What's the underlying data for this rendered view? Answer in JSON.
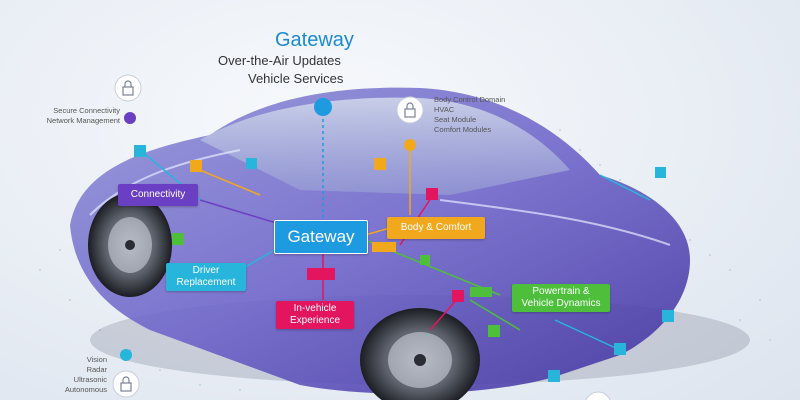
{
  "header": {
    "title": "Gateway",
    "line1": "Over-the-Air Updates",
    "line2": "Vehicle Services"
  },
  "annotations": {
    "secure": [
      "Secure Connectivity",
      "Network Management"
    ],
    "body": [
      "Body Control Domain",
      "HVAC",
      "Seat Module",
      "Comfort Modules"
    ],
    "sensors": [
      "Vision",
      "Radar",
      "Ultrasonic",
      "Autonomous"
    ]
  },
  "domains": {
    "connectivity": "Connectivity",
    "gateway": "Gateway",
    "body_comfort": "Body & Comfort",
    "driver": [
      "Driver",
      "Replacement"
    ],
    "infotainment": [
      "In-vehicle",
      "Experience"
    ],
    "powertrain": [
      "Powertrain &",
      "Vehicle Dynamics"
    ]
  },
  "colors": {
    "connectivity": "#6a3fc4",
    "gateway": "#1e9ae0",
    "body_comfort": "#f2a81d",
    "driver": "#27b5dc",
    "infotainment": "#e3155f",
    "powertrain": "#4dbf3b",
    "title": "#1a8ad4"
  },
  "icons": [
    "lock-icon"
  ]
}
